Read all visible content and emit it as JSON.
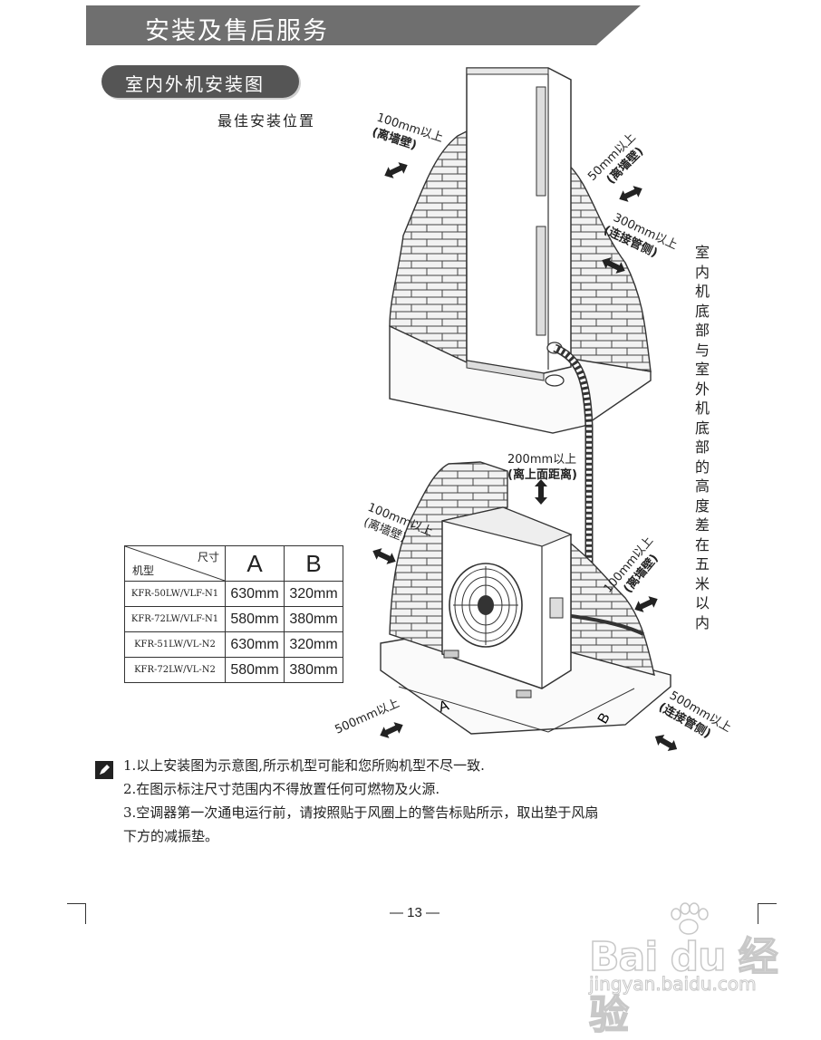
{
  "header": {
    "title": "安装及售后服务"
  },
  "section": {
    "title": "室内外机安装图"
  },
  "caption": {
    "best_position": "最佳安装位置"
  },
  "clearances": {
    "indoor_left_top": "100mm以上",
    "indoor_left_bottom": "(离墙壁)",
    "indoor_right_top": "50mm以上",
    "indoor_right_bottom": "(离墙壁)",
    "indoor_pipe_top": "300mm以上",
    "indoor_pipe_bottom": "(连接管侧)",
    "outdoor_above_top": "200mm以上",
    "outdoor_above_bottom": "(离上面距离)",
    "outdoor_left_top": "100mm以上",
    "outdoor_left_bottom": "(离墙壁)",
    "outdoor_right_top": "100mm以上",
    "outdoor_right_bottom": "(离墙壁)",
    "outdoor_front": "500mm以上",
    "outdoor_pipe_top": "500mm以上",
    "outdoor_pipe_bottom": "(连接管侧)",
    "dim_a": "A",
    "dim_b": "B"
  },
  "vertical_note": [
    "室",
    "内",
    "机",
    "底",
    "部",
    "与",
    "室",
    "外",
    "机",
    "底",
    "部",
    "的",
    "高",
    "度",
    "差",
    "在",
    "五",
    "米",
    "以",
    "内"
  ],
  "table": {
    "size_header": "尺寸",
    "model_header": "机型",
    "col_a": "A",
    "col_b": "B",
    "rows": [
      {
        "model": "KFR-50LW/VLF-N1",
        "a": "630mm",
        "b": "320mm"
      },
      {
        "model": "KFR-72LW/VLF-N1",
        "a": "580mm",
        "b": "380mm"
      },
      {
        "model": "KFR-51LW/VL-N2",
        "a": "630mm",
        "b": "320mm"
      },
      {
        "model": "KFR-72LW/VL-N2",
        "a": "580mm",
        "b": "380mm"
      }
    ]
  },
  "notes": {
    "line1": "1.以上安装图为示意图,所示机型可能和您所购机型不尽一致.",
    "line2": "2.在图示标注尺寸范围内不得放置任何可燃物及火源.",
    "line3a": "3.空调器第一次通电运行前，请按照贴于风圈上的警告标贴所示，取出垫于风扇",
    "line3b": "下方的减振垫。"
  },
  "page": {
    "number": "— 13 —"
  },
  "watermark": {
    "brand": "Bai du 经验",
    "url": "jingyan.baidu.com"
  },
  "icons": {
    "note": "pen-icon",
    "arrows": "double-arrow-icon"
  }
}
